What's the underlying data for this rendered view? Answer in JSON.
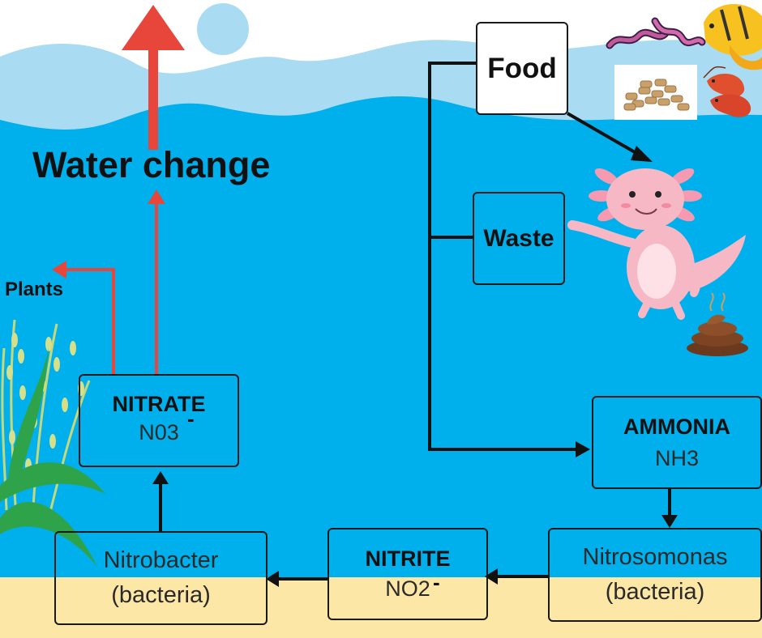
{
  "labels": {
    "water_change": "Water change",
    "plants": "Plants",
    "food": "Food",
    "waste": "Waste"
  },
  "nodes": {
    "nitrate": {
      "name": "NITRATE",
      "formula": "N03",
      "charge": "-"
    },
    "ammonia": {
      "name": "AMMONIA",
      "formula": "NH3"
    },
    "nitrite": {
      "name": "NITRITE",
      "formula": "NO2",
      "charge": "-"
    },
    "nitrobacter": {
      "line1": "Nitrobacter",
      "line2": "(bacteria)"
    },
    "nitrosomonas": {
      "line1": "Nitrosomonas",
      "line2": "(bacteria)"
    }
  },
  "colors": {
    "sky": "#ffffff",
    "far_water": "#a9dcf2",
    "water": "#00b0ec",
    "sand": "#fce7a6",
    "red_arrow": "#e8463a",
    "black_arrow": "#111111"
  },
  "icons": [
    "sun-icon",
    "worms-icon",
    "fish-icon",
    "pellets-icon",
    "shrimp-icon",
    "axolotl-icon",
    "poop-icon",
    "plant-icon"
  ]
}
